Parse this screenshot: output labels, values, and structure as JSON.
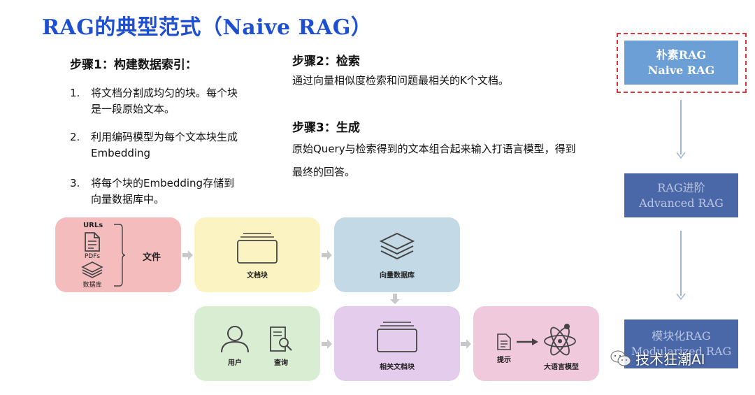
{
  "title": "RAG的典型范式（Naive RAG）",
  "step1": {
    "heading": "步骤1：构建数据索引：",
    "items": [
      {
        "num": "1.",
        "text": "将文档分割成均匀的块。每个块是一段原始文本。"
      },
      {
        "num": "2.",
        "text": "利用编码模型为每个文本块生成Embedding"
      },
      {
        "num": "3.",
        "text": "将每个块的Embedding存储到向量数据库中。"
      }
    ]
  },
  "step2": {
    "heading": "步骤2：检索",
    "body": "通过向量相似度检索和问题最相关的K个文档。"
  },
  "step3": {
    "heading": "步骤3：生成",
    "body": "原始Query与检索得到的文本组合起来输入打语言模型，得到最终的回答。"
  },
  "paradigms": [
    {
      "line1": "朴素RAG",
      "line2": "Naive RAG"
    },
    {
      "line1": "RAG进阶",
      "line2": "Advanced RAG"
    },
    {
      "line1": "模块化RAG",
      "line2": "Modularized RAG"
    }
  ],
  "flow": {
    "sources": {
      "urls": "URLs",
      "pdfs": "PDFs",
      "db": "数据库",
      "label": "文件"
    },
    "chunks": "文档块",
    "vector_db": "向量数据库",
    "user": "用户",
    "query": "查询",
    "related_chunks": "相关文档块",
    "prompt": "提示",
    "llm": "大语言模型"
  },
  "watermark": "技术狂潮AI",
  "colors": {
    "title": "#1f4fd1",
    "naive": "#6b9fd6",
    "advanced": "#4a67a8",
    "highlight": "#d9363e"
  }
}
